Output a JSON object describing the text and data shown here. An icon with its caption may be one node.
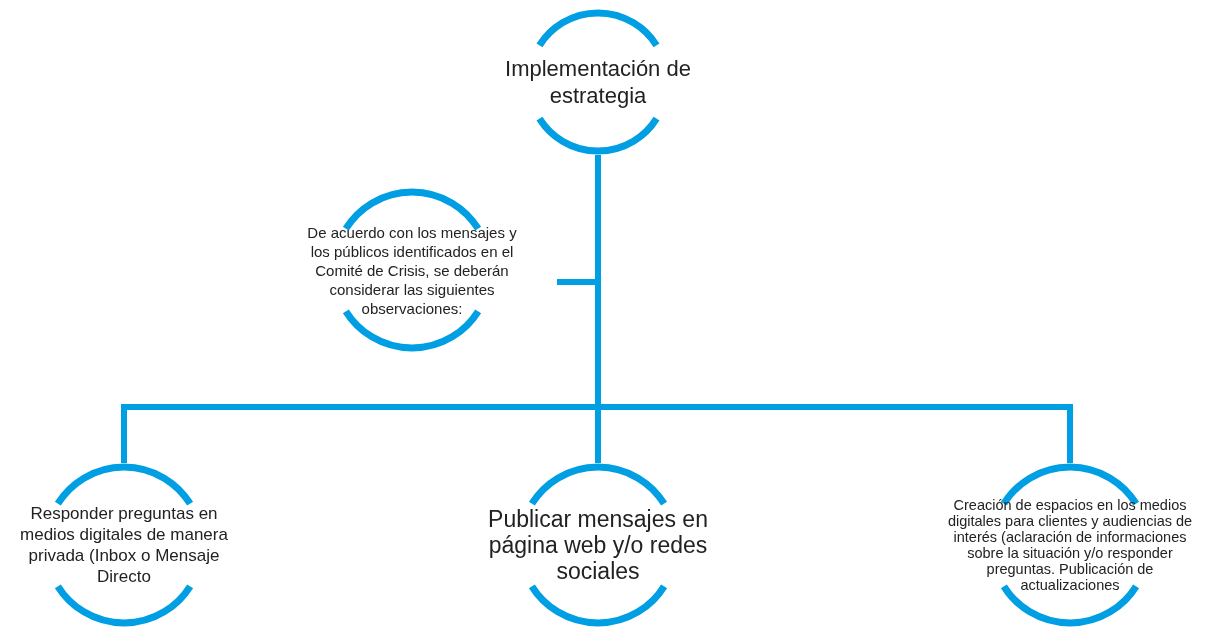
{
  "diagram": {
    "nodes": [
      {
        "text": [
          "Implementación de estrategia"
        ]
      },
      {
        "text": [
          "De acuerdo con los mensajes y los públicos identificados en el Comité de Crisis, se deberán considerar las siguientes observaciones:"
        ]
      },
      {
        "text": [
          "Responder preguntas en medios digitales de manera privada (Inbox o Mensaje Directo"
        ]
      },
      {
        "text": [
          "Publicar mensajes en página web y/o redes sociales"
        ]
      },
      {
        "text": [
          "Creación de espacios en los medios digitales para clientes y audiencias de interés (aclaración de informaciones sobre la situación y/o responder preguntas. Publicación de actualizaciones"
        ]
      }
    ],
    "edges": [
      {
        "from": 0,
        "to": 1,
        "arrow": "none"
      },
      {
        "from": 0,
        "to": 2,
        "arrow": "none"
      },
      {
        "from": 0,
        "to": 3,
        "arrow": "none"
      },
      {
        "from": 0,
        "to": 4,
        "arrow": "none"
      }
    ]
  }
}
